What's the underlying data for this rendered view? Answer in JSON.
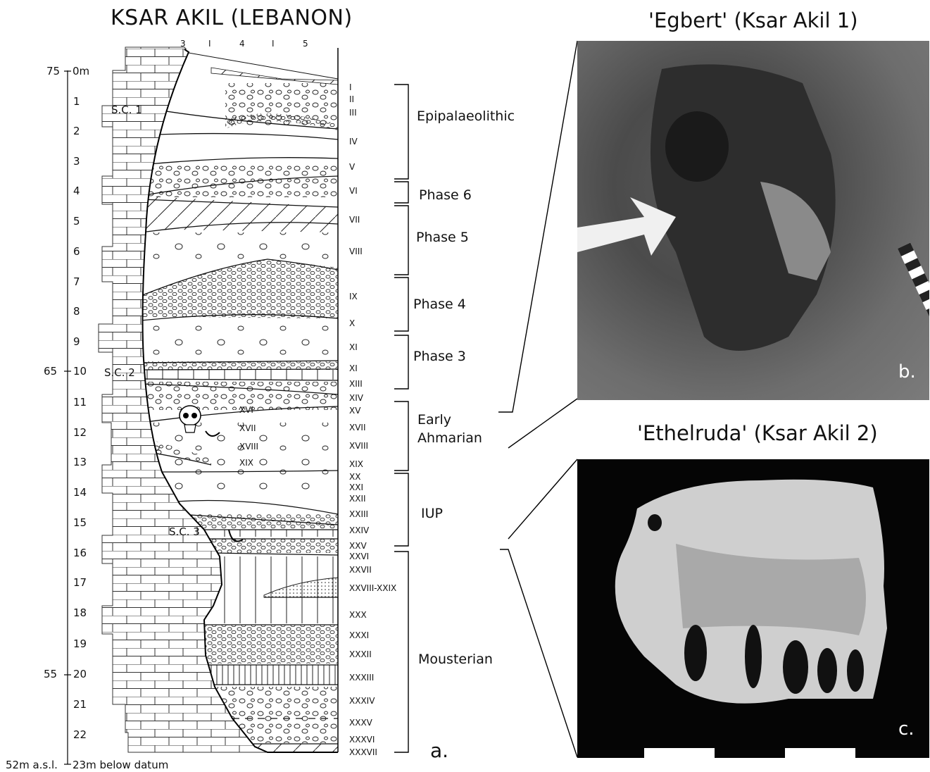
{
  "diagram": {
    "title": "KSAR AKIL (LEBANON)",
    "column_labels": [
      "3",
      "I",
      "4",
      "I",
      "5"
    ],
    "depth_scale": [
      "0m",
      "1",
      "2",
      "3",
      "4",
      "5",
      "6",
      "7",
      "8",
      "9",
      "10",
      "11",
      "12",
      "13",
      "14",
      "15",
      "16",
      "17",
      "18",
      "19",
      "20",
      "21",
      "22"
    ],
    "elevations": {
      "e75": "75",
      "e65": "65",
      "e55": "55"
    },
    "bottom_elevation": "52m a.s.l.",
    "bottom_depth": "23m below datum",
    "sections": {
      "sc1": "S.C. 1",
      "sc2": "S.C. 2",
      "sc3": "S.C. 3"
    },
    "layers": [
      "I",
      "II",
      "III",
      "IV",
      "V",
      "VI",
      "VII",
      "VIII",
      "IX",
      "X",
      "XI",
      "XI",
      "XIII",
      "XIV",
      "XV",
      "XVII",
      "XVIII",
      "XIX",
      "XX",
      "XXI",
      "XXII",
      "XXIII",
      "XXIV",
      "XXV",
      "XXVI",
      "XXVII",
      "XXVIII-XXIX",
      "XXX",
      "XXXI",
      "XXXII",
      "XXXIII",
      "XXXIV",
      "XXXV",
      "XXXVI",
      "XXXVII"
    ],
    "inner_layers": [
      "XVI",
      "XVII",
      "XVIII",
      "XIX"
    ],
    "phases": {
      "epipalaeolithic": "Epipalaeolithic",
      "phase6": "Phase 6",
      "phase5": "Phase 5",
      "phase4": "Phase 4",
      "phase3": "Phase 3",
      "early": "Early",
      "ahmarian": "Ahmarian",
      "iup": "IUP",
      "mousterian": "Mousterian"
    },
    "panel_letter": "a."
  },
  "photos": {
    "egbert_title": "'Egbert' (Ksar Akil 1)",
    "egbert_letter": "b.",
    "ethelruda_title": "'Ethelruda' (Ksar Akil 2)",
    "ethelruda_letter": "c."
  }
}
